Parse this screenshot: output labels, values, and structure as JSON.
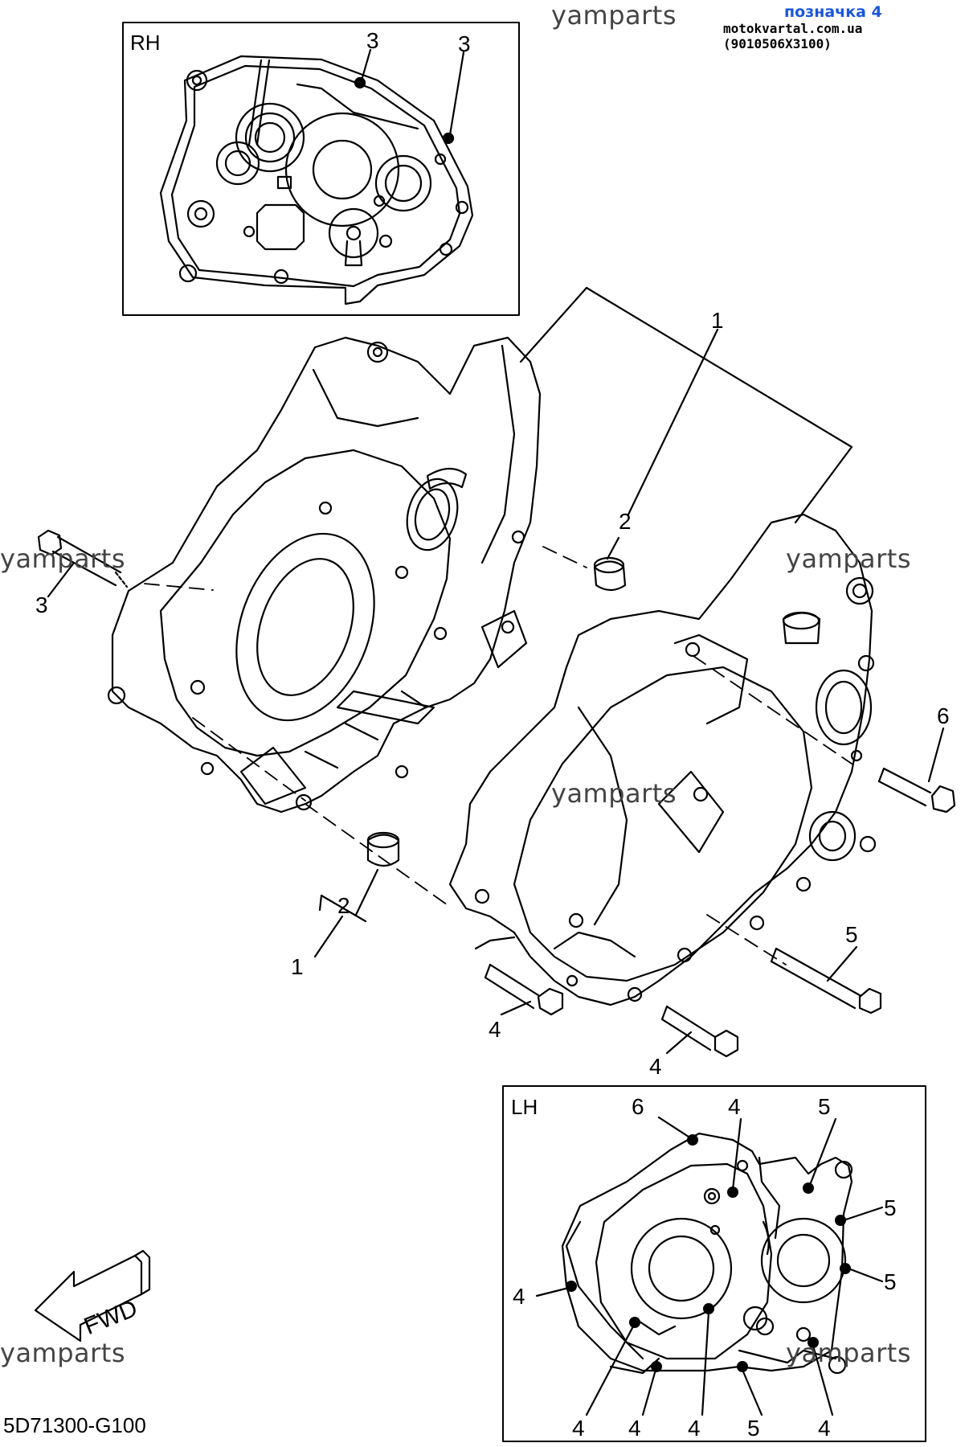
{
  "header": {
    "watermark_top": "yamparts",
    "badge": "позначка 4",
    "source": "motokvartal.com.ua (9010506X3100)"
  },
  "watermarks": {
    "left": "yamparts",
    "right": "yamparts",
    "center": "yamparts",
    "bottom_left": "yamparts",
    "bottom_right": "yamparts"
  },
  "diagram_code": "5D71300-G100",
  "rh_inset": {
    "label": "RH",
    "callouts": [
      "3",
      "3"
    ]
  },
  "lh_inset": {
    "label": "LH",
    "callouts_top": [
      "6",
      "4",
      "5"
    ],
    "callouts_right": [
      "5",
      "5"
    ],
    "callouts_left": [
      "4"
    ],
    "callouts_bottom": [
      "4",
      "4",
      "4",
      "5",
      "4"
    ]
  },
  "main_callouts": {
    "crankcase_top": "1",
    "dowel_top": "2",
    "bolt_left": "3",
    "bolt_right": "6",
    "dowel_bottom": "2",
    "crankcase_bottom": "1",
    "bolt_long": "5",
    "bolt_bottom_a": "4",
    "bolt_bottom_b": "4"
  },
  "fwd_arrow": "FWD"
}
